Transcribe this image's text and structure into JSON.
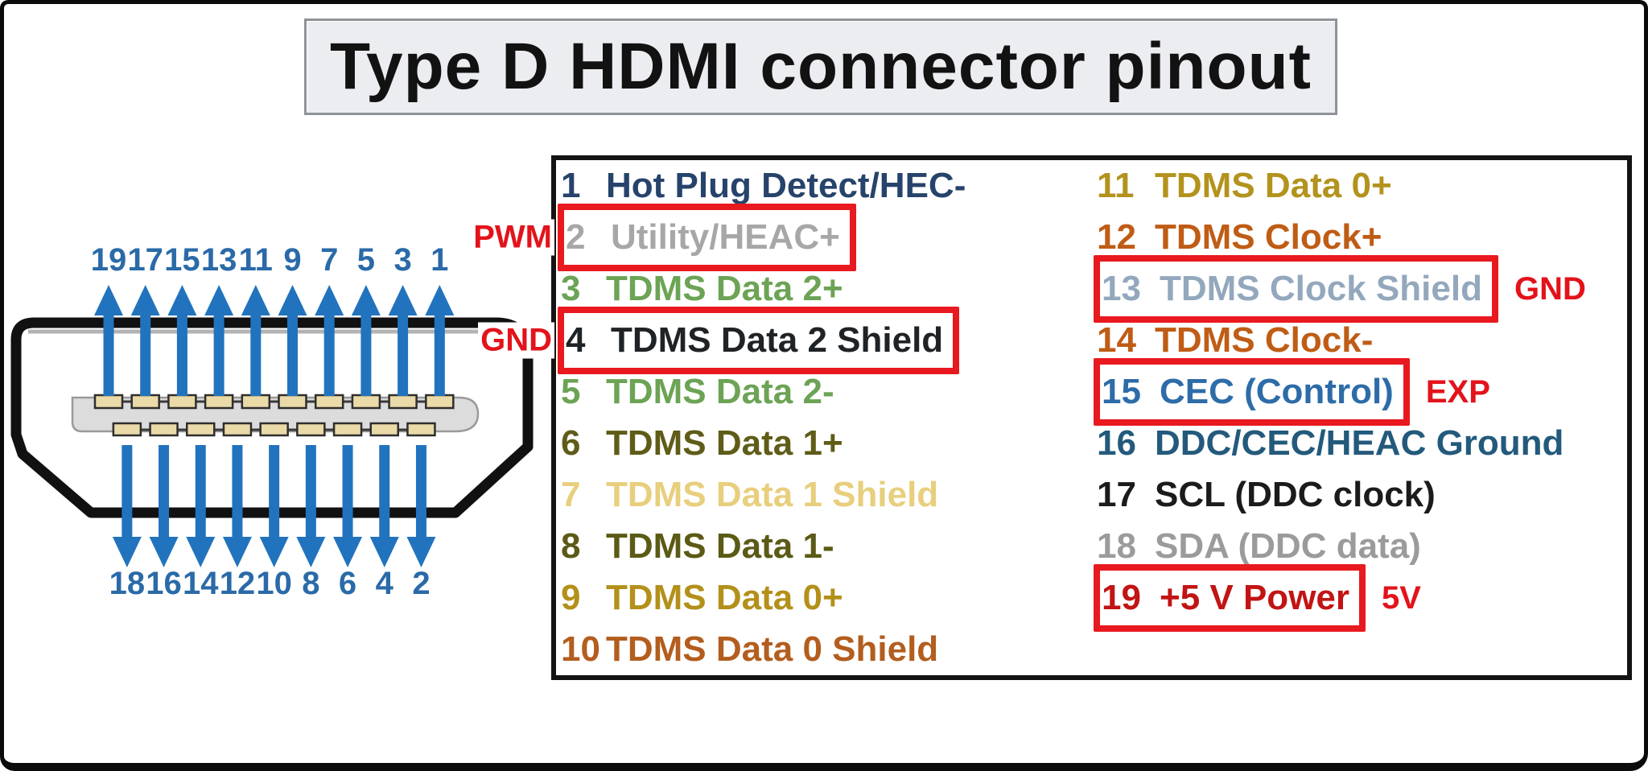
{
  "title": "Type D HDMI connector pinout",
  "colors": {
    "accent_red": "#e8191f",
    "annotation_red": "#e3131b",
    "arrow_blue": "#2273bd",
    "number_blue": "#2a6aa8",
    "outline_black": "#111111",
    "pad_tan": "#eadaa8",
    "body_gray": "#dcdcdc",
    "title_bg": "#ecedf1",
    "panel_border": "#141414"
  },
  "connector": {
    "top_pins": [
      "19",
      "17",
      "15",
      "13",
      "11",
      "9",
      "7",
      "5",
      "3",
      "1"
    ],
    "bottom_pins": [
      "18",
      "16",
      "14",
      "12",
      "10",
      "8",
      "6",
      "4",
      "2"
    ]
  },
  "pin_table": {
    "left_column": [
      {
        "num": "1",
        "label": "Hot Plug Detect/HEC-",
        "color": "#26436b",
        "boxed": false
      },
      {
        "num": "2",
        "label": "Utility/HEAC+",
        "color": "#a7a7a7",
        "boxed": true,
        "annotation": "PWM",
        "annotation_side": "left"
      },
      {
        "num": "3",
        "label": "TDMS Data 2+",
        "color": "#6ca355",
        "boxed": false
      },
      {
        "num": "4",
        "label": "TDMS Data 2 Shield",
        "color": "#1f2326",
        "boxed": true,
        "annotation": "GND",
        "annotation_side": "left"
      },
      {
        "num": "5",
        "label": "TDMS Data 2-",
        "color": "#6ca355",
        "boxed": false
      },
      {
        "num": "6",
        "label": "TDMS Data 1+",
        "color": "#5e5c17",
        "boxed": false
      },
      {
        "num": "7",
        "label": "TDMS Data 1 Shield",
        "color": "#e8cf7d",
        "boxed": false
      },
      {
        "num": "8",
        "label": "TDMS Data 1-",
        "color": "#5b5a16",
        "boxed": false
      },
      {
        "num": "9",
        "label": "TDMS Data 0+",
        "color": "#b3901a",
        "boxed": false
      },
      {
        "num": "10",
        "label": "TDMS Data 0 Shield",
        "color": "#b35d1e",
        "boxed": false
      }
    ],
    "right_column": [
      {
        "num": "11",
        "label": "TDMS Data 0+",
        "color": "#b3931d",
        "boxed": false
      },
      {
        "num": "12",
        "label": "TDMS Clock+",
        "color": "#bf5c15",
        "boxed": false
      },
      {
        "num": "13",
        "label": "TDMS Clock Shield",
        "color": "#93a8bd",
        "boxed": true,
        "annotation": "GND",
        "annotation_side": "right"
      },
      {
        "num": "14",
        "label": "TDMS Clock-",
        "color": "#bf5c15",
        "boxed": false
      },
      {
        "num": "15",
        "label": "CEC (Control)",
        "color": "#2d6ca8",
        "boxed": true,
        "annotation": "EXP",
        "annotation_side": "right"
      },
      {
        "num": "16",
        "label": "DDC/CEC/HEAC Ground",
        "color": "#235a7c",
        "boxed": false
      },
      {
        "num": "17",
        "label": "SCL (DDC clock)",
        "color": "#1b1b1b",
        "boxed": false
      },
      {
        "num": "18",
        "label": "SDA (DDC data)",
        "color": "#9b9b9b",
        "boxed": false
      },
      {
        "num": "19",
        "label": "+5 V Power",
        "color": "#c21414",
        "boxed": true,
        "annotation": "5V",
        "annotation_side": "right"
      }
    ]
  }
}
